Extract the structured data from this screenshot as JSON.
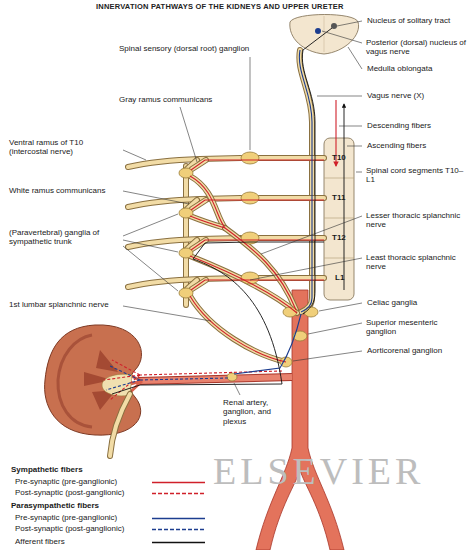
{
  "diagram": {
    "title": "INNERVATION PATHWAYS OF THE KIDNEYS AND UPPER URETER",
    "labels": [
      "Nucleus of solitary tract",
      "Posterior (dorsal) nucleus of vagus nerve",
      "Medulla oblongata",
      "Vagus nerve (X)",
      "Descending fibers",
      "Ascending fibers",
      "Spinal cord segments T10–L1",
      "Lesser thoracic splanchnic nerve",
      "Least thoracic splanchnic nerve",
      "Celiac ganglia",
      "Superior mesenteric ganglion",
      "Aorticorenal ganglion",
      "Spinal sensory (dorsal root) ganglion",
      "Gray ramus communicans",
      "Ventral ramus of T10 (intercostal nerve)",
      "White ramus communicans",
      "(Paravertebral) ganglia of sympathetic trunk",
      "1st lumbar splanchnic nerve",
      "Renal artery, ganglion, and plexus",
      "T10",
      "T11",
      "T12",
      "L1",
      "Sympathetic fibers",
      "Parasympathetic fibers",
      "ELSEVIER"
    ],
    "legend": [
      {
        "text": "Pre-synaptic (pre-ganglionic)"
      },
      {
        "text": "Post-synaptic (post-ganglionic)"
      },
      {
        "text": "Pre-synaptic (pre-ganglionic)"
      },
      {
        "text": "Post-synaptic (post-ganglionic)"
      },
      {
        "text": "Afferent fibers"
      }
    ]
  }
}
